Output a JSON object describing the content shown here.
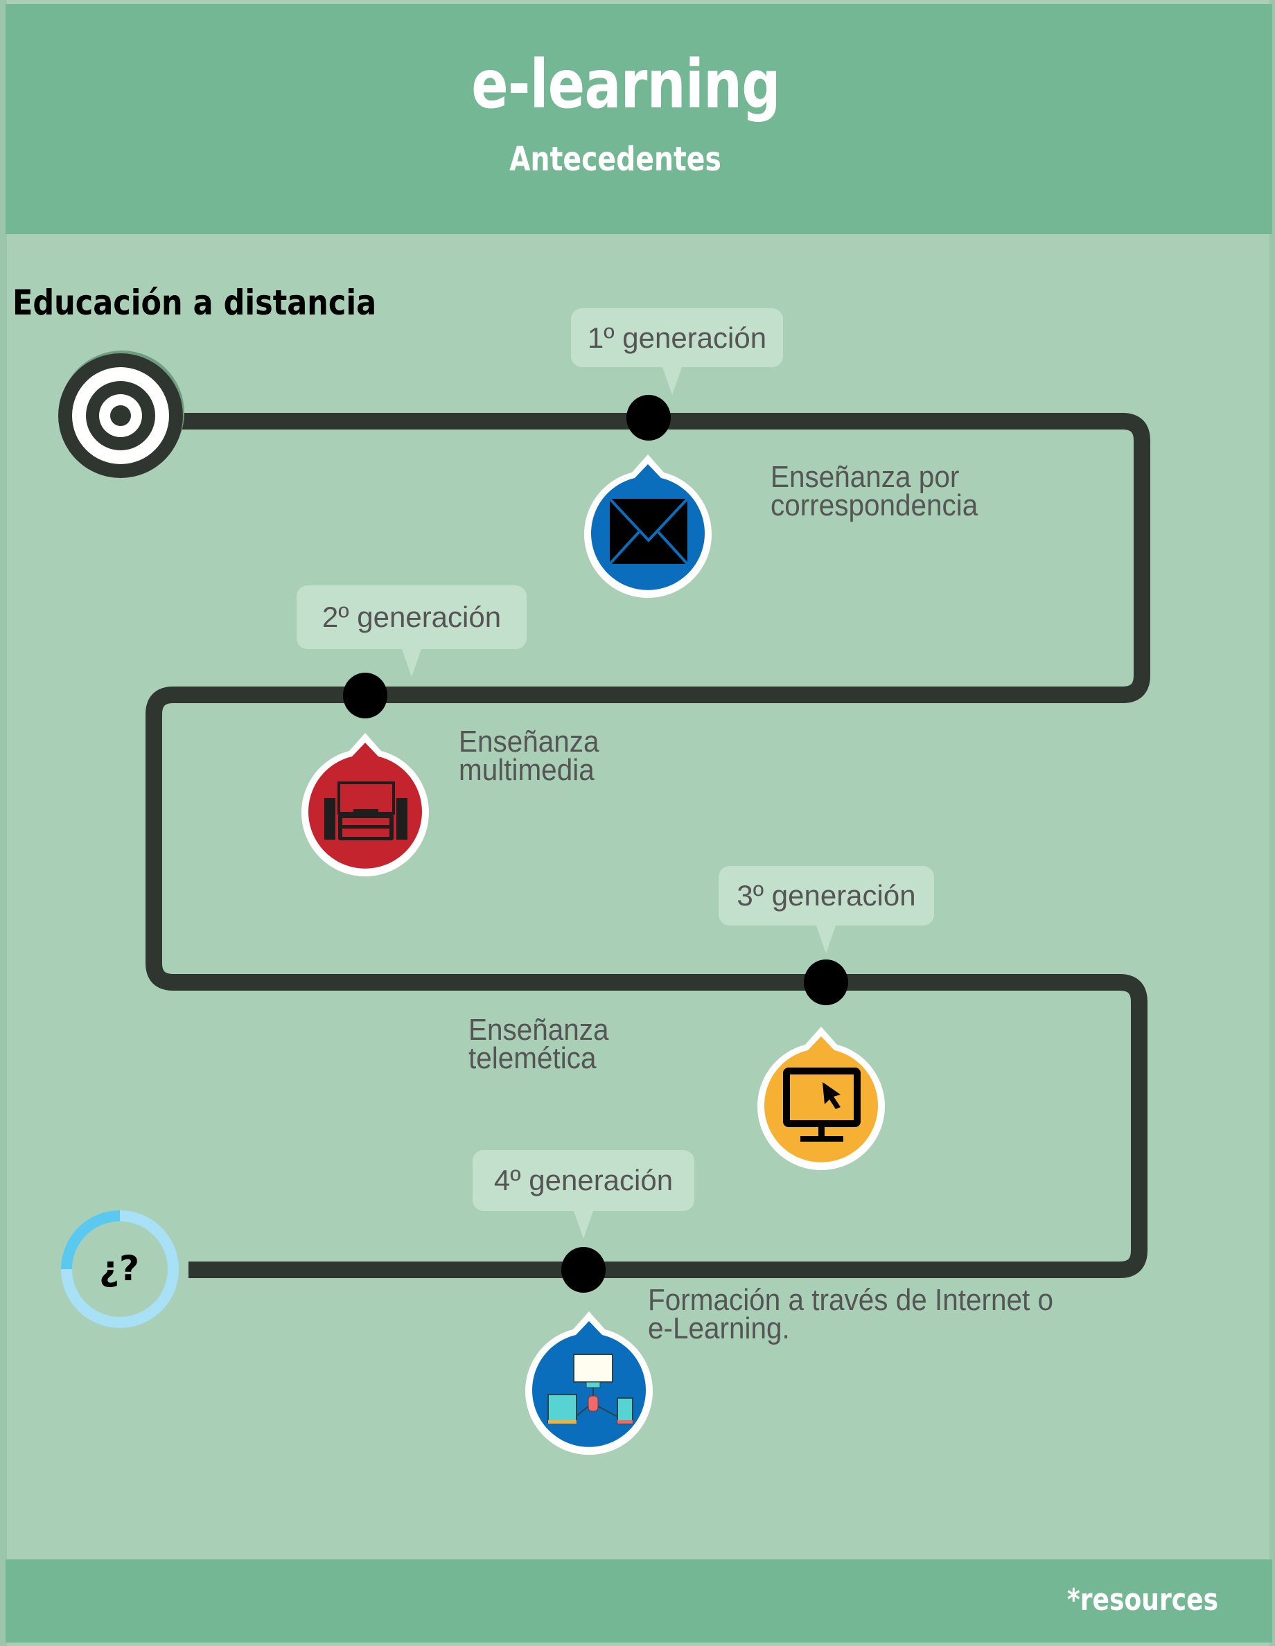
{
  "header": {
    "title": "e-learning",
    "subtitle": "Antecedentes"
  },
  "section_title": "Educación a distancia",
  "start_icon": "target-icon",
  "generations": [
    {
      "label": "1º generación",
      "description_line1": "Enseñanza por",
      "description_line2": "correspondencia",
      "icon": "envelope-icon",
      "color": "#0a6ebd"
    },
    {
      "label": "2º generación",
      "description_line1": "Enseñanza",
      "description_line2": "multimedia",
      "icon": "tv-stereo-icon",
      "color": "#c4242d"
    },
    {
      "label": "3º generación",
      "description_line1": "Enseñanza",
      "description_line2": "telemética",
      "icon": "computer-cursor-icon",
      "color": "#f6b033"
    },
    {
      "label": "4º generación",
      "description_line1": "Formación a través de Internet o",
      "description_line2": "e-Learning.",
      "icon": "network-devices-icon",
      "color": "#0a6ebd"
    }
  ],
  "end_label": "¿?",
  "footer": {
    "resources_label": "*resources"
  },
  "colors": {
    "header_bg": "#74b794",
    "body_bg": "#a9d0b7",
    "track": "#2f3630",
    "bubble_bg": "#c3e0cc",
    "ring_light": "#a8e0f5",
    "ring_dark": "#5bc8f0"
  }
}
